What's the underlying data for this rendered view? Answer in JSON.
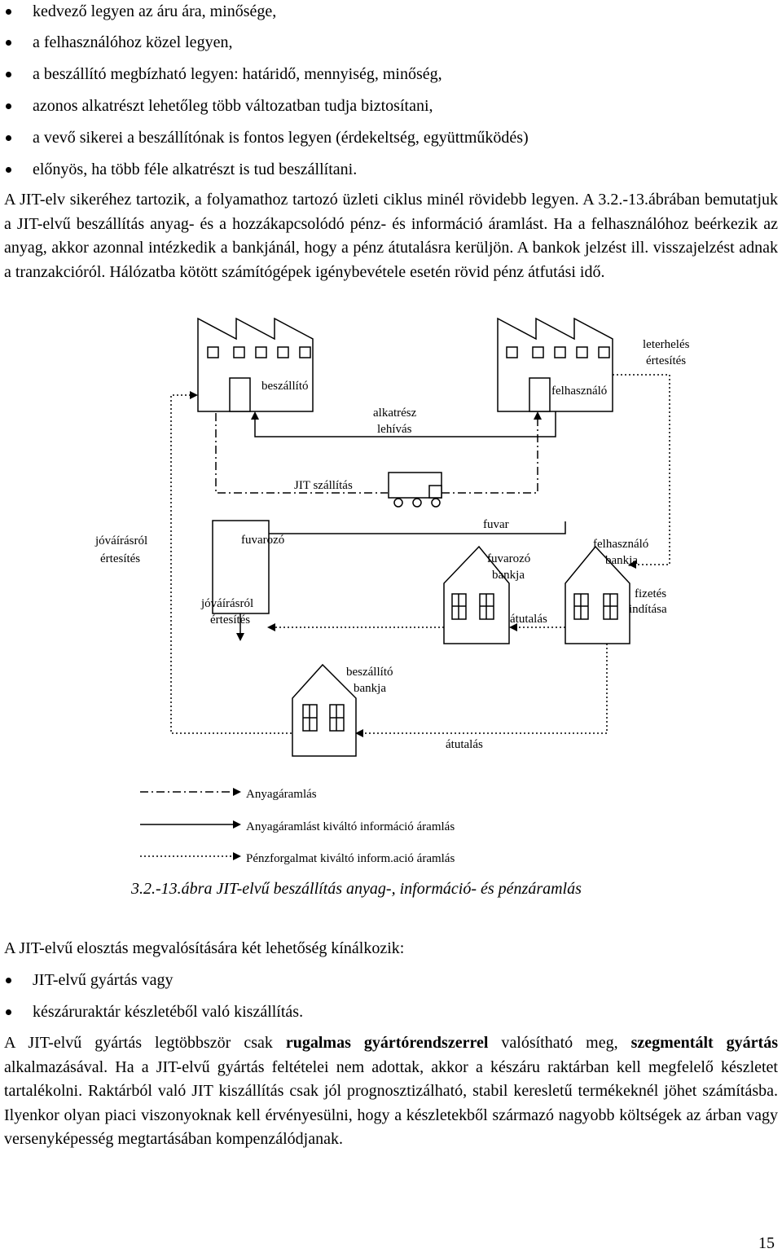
{
  "bullets_top": [
    "kedvező legyen az áru ára, minősége,",
    "a felhasználóhoz közel legyen,",
    "a beszállító megbízható legyen: határidő, mennyiség, minőség,",
    "azonos alkatrészt lehetőleg több változatban tudja biztosítani,",
    "a vevő sikerei a beszállítónak is fontos legyen (érdekeltség, együttműködés)",
    "előnyös, ha több féle alkatrészt is tud beszállítani."
  ],
  "paragraph1": "A JIT-elv sikeréhez tartozik, a folyamathoz tartozó üzleti ciklus minél rövidebb legyen. A 3.2.-13.ábrában bemutatjuk a JIT-elvű beszállítás anyag- és a hozzákapcsolódó pénz- és információ áramlást. Ha a felhasználóhoz beérkezik az anyag, akkor azonnal intézkedik a bankjánál, hogy a pénz átutalásra kerüljön. A bankok jelzést ill. visszajelzést adnak a tranzakcióról. Hálózatba kötött számítógépek igénybevétele esetén rövid pénz átfutási idő.",
  "diagram": {
    "beszallito": "beszállító",
    "felhasznalo": "felhasználó",
    "leterheles_1": "leterhelés",
    "leterheles_2": "értesítés",
    "alkatresz_1": "alkatrész",
    "alkatresz_2": "lehívás",
    "jit_szallitas": "JIT szállítás",
    "jovairasrol_left_1": "jóváírásról",
    "jovairasrol_left_2": "értesítés",
    "fuvarozo": "fuvarozó",
    "jovairasrol_mid_1": "jóváírásról",
    "jovairasrol_mid_2": "értesítés",
    "fuvar": "fuvar",
    "fuvarozo_bankja_1": "fuvarozó",
    "fuvarozo_bankja_2": "bankja",
    "atutalas_1": "átutalás",
    "felhasznalo_bankja_1": "felhasználó",
    "felhasznalo_bankja_2": "bankja",
    "fizetes_1": "fizetés",
    "fizetes_2": "indítása",
    "beszallito_bankja_1": "beszállító",
    "beszallito_bankja_2": "bankja",
    "atutalas_2": "átutalás",
    "legend_1": "Anyagáramlás",
    "legend_2": "Anyagáramlást kiváltó információ áramlás",
    "legend_3": "Pénzforgalmat kiváltó inform.ació áramlás"
  },
  "caption": "3.2.-13.ábra JIT-elvű beszállítás anyag-, információ- és pénzáramlás",
  "intro_line": "A JIT-elvű elosztás megvalósítására két lehetőség kínálkozik:",
  "bullets_bottom": [
    "JIT-elvű gyártás vagy",
    "készáruraktár készletéből való kiszállítás."
  ],
  "paragraph2": {
    "p1": "A JIT-elvű gyártás legtöbbször csak ",
    "b1": "rugalmas gyártórendszerrel",
    "p2": " valósítható meg, ",
    "b2": "szegmentált gyártás",
    "p3": " alkalmazásával. Ha a JIT-elvű gyártás feltételei nem adottak, akkor a készáru raktárban kell megfelelő készletet tartalékolni. Raktárból való JIT kiszállítás csak jól prognosztizálható, stabil keresletű termékeknél jöhet számításba. Ilyenkor olyan piaci viszonyoknak kell érvényesülni, hogy a készletekből származó nagyobb költségek az árban vagy versenyképesség megtartásában kompenzálódjanak."
  },
  "page_number": "15"
}
